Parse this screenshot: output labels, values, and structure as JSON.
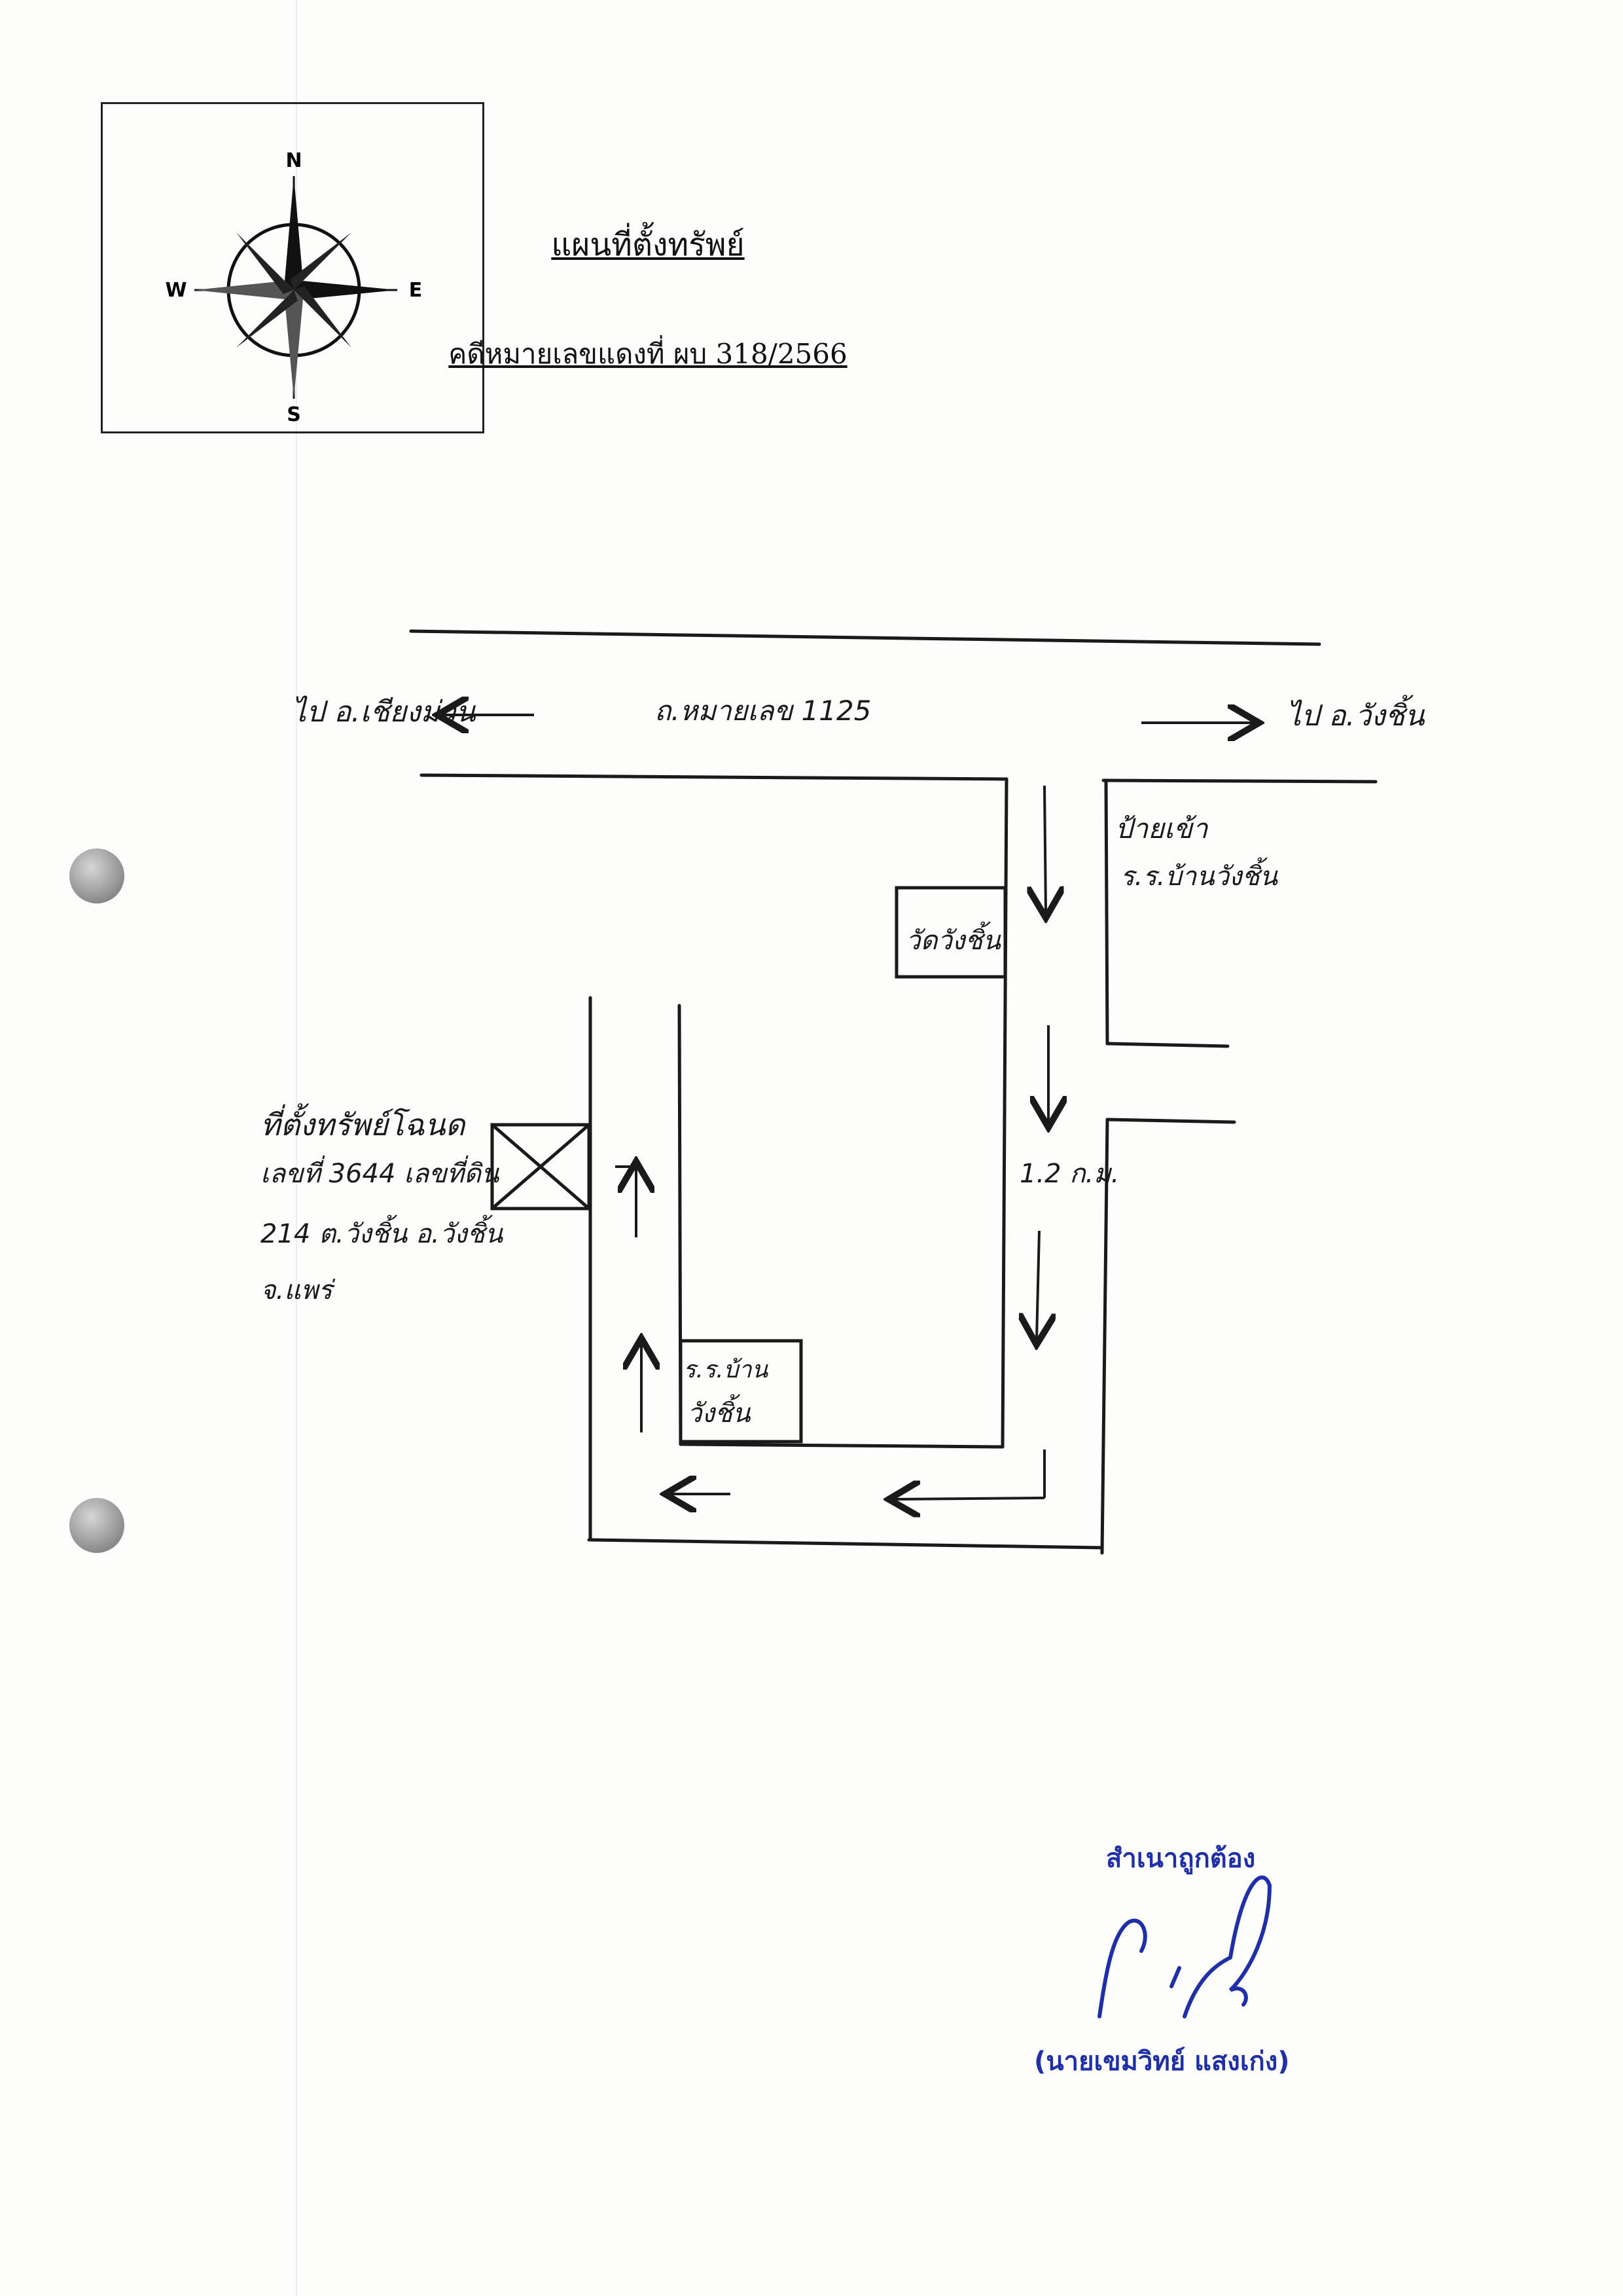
{
  "compass": {
    "north": "N",
    "south": "S",
    "east": "E",
    "west": "W"
  },
  "header": {
    "title": "แผนที่ตั้งทรัพย์",
    "case_number": "คดีหมายเลขแดงที่ ผบ 318/2566"
  },
  "map": {
    "road_name": "ถ.หมายเลข 1125",
    "to_west": "ไป อ.เชียงม่วน",
    "to_east": "ไป อ.วังชิ้น",
    "sign_line1": "ป้ายเข้า",
    "sign_line2": "ร.ร.บ้านวังชิ้น",
    "temple": "วัดวังชิ้น",
    "distance": "1.2 ก.ม.",
    "school_line1": "ร.ร.บ้าน",
    "school_line2": "วังชิ้น",
    "property_lines": [
      "ที่ตั้งทรัพย์โฉนด",
      "เลขที่ 3644 เลขที่ดิน",
      "214 ต.วังชิ้น อ.วังชิ้น",
      "จ.แพร่"
    ]
  },
  "certification": {
    "certified": "สำเนาถูกต้อง",
    "name": "(นายเขมวิทย์ แสงเก่ง)"
  },
  "colors": {
    "ink": "#1a1a1a",
    "stamp": "#1f2fa8"
  }
}
